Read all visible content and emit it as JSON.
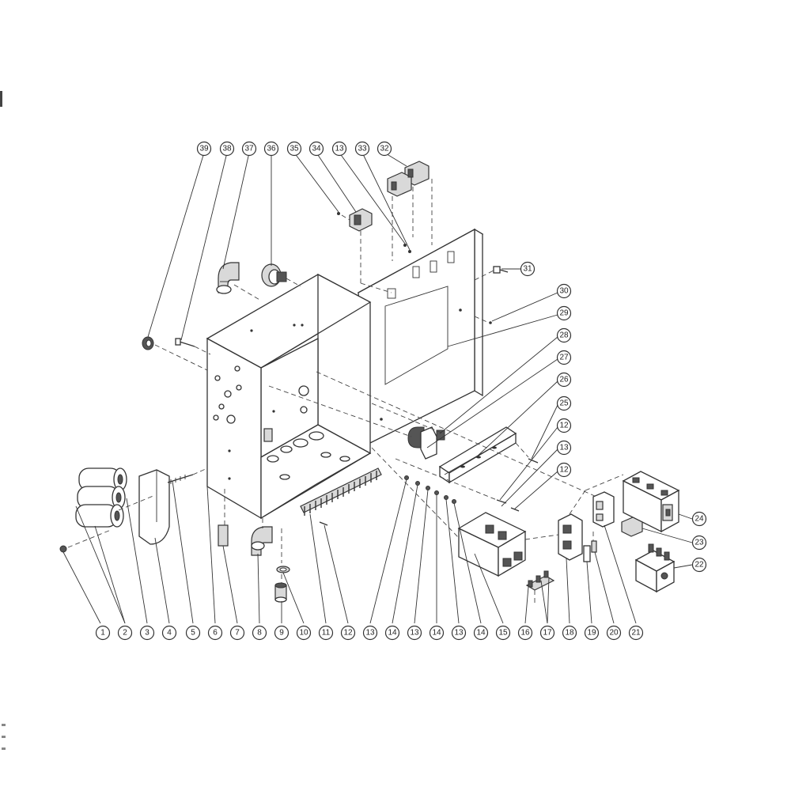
{
  "colors": {
    "line": "#333333",
    "background": "#ffffff",
    "shade": "#d9d9d9"
  },
  "callouts": {
    "bottom_row": [
      "1",
      "2",
      "3",
      "4",
      "5",
      "6",
      "7",
      "8",
      "9",
      "10",
      "11",
      "12",
      "13",
      "14",
      "13",
      "14",
      "13",
      "14",
      "15",
      "16",
      "17",
      "18",
      "19",
      "20",
      "21"
    ],
    "top_row": [
      "39",
      "38",
      "37",
      "36",
      "35",
      "34",
      "13",
      "33",
      "32"
    ],
    "right_column": [
      "31",
      "30",
      "29",
      "28",
      "27",
      "26",
      "25",
      "12",
      "13",
      "12",
      "24",
      "23",
      "22"
    ]
  }
}
